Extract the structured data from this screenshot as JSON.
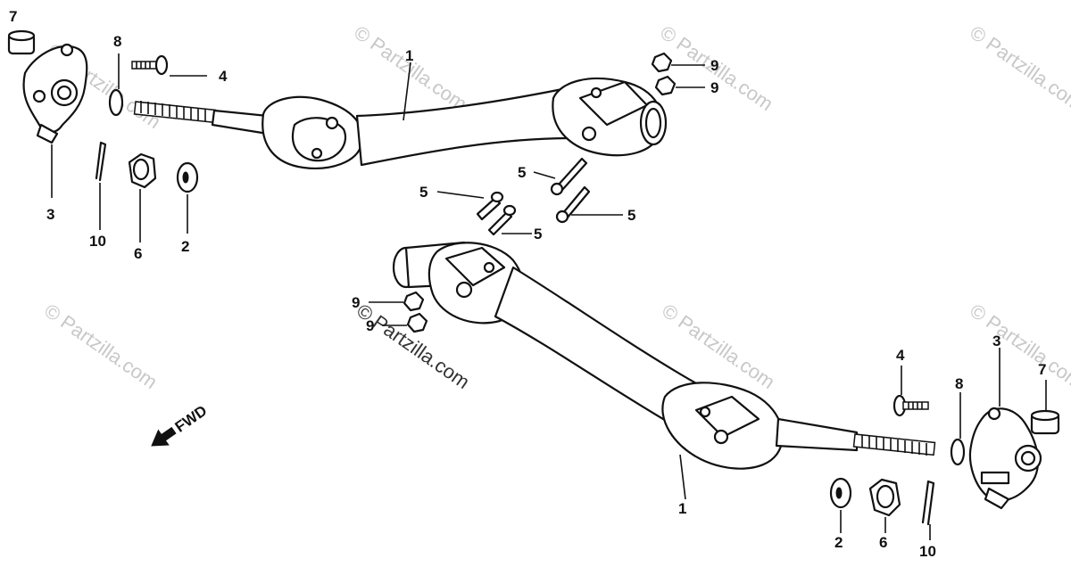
{
  "watermark": "© Partzilla.com",
  "fwd_label": "FWD",
  "callouts": {
    "axle_upper": "1",
    "axle_lower": "1",
    "washer_left": "2",
    "washer_right": "2",
    "knuckle_left": "3",
    "knuckle_right": "3",
    "bolt4_left": "4",
    "bolt4_right": "4",
    "bolt5_a": "5",
    "bolt5_b": "5",
    "bolt5_c": "5",
    "bolt5_d": "5",
    "nut6_left": "6",
    "nut6_right": "6",
    "cap7_left": "7",
    "cap7_right": "7",
    "ring8_left": "8",
    "ring8_right": "8",
    "nut9_a": "9",
    "nut9_b": "9",
    "nut9_c": "9",
    "nut9_d": "9",
    "pin10_left": "10",
    "pin10_right": "10"
  }
}
